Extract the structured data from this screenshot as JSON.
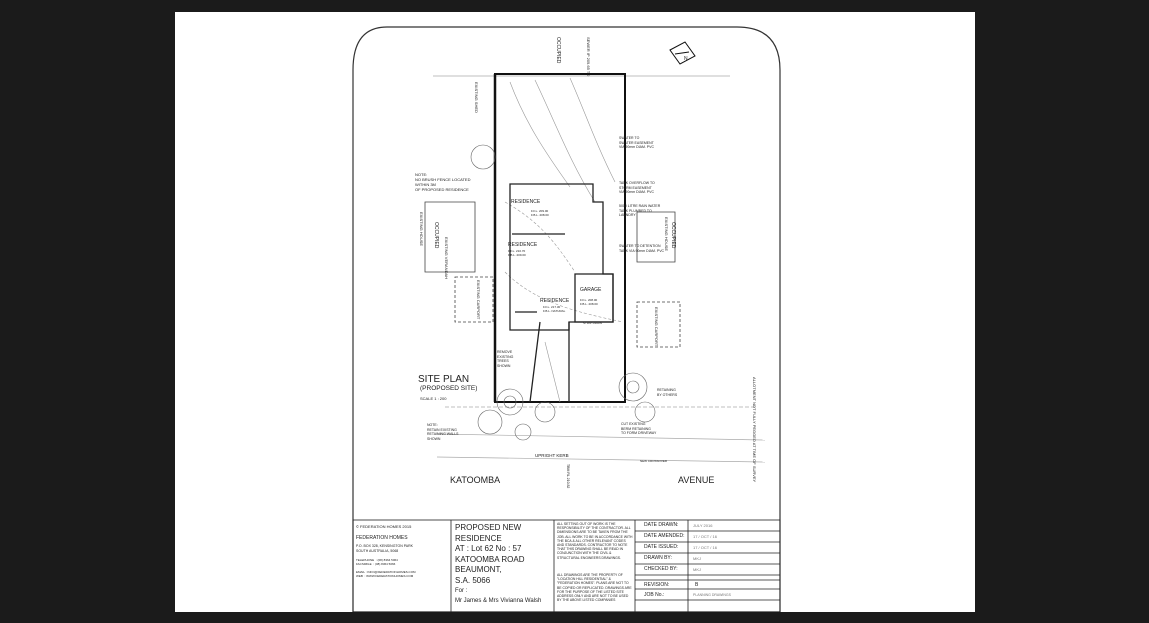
{
  "plan": {
    "title": "SITE PLAN",
    "subtitle": "(PROPOSED SITE)",
    "scale": "SCALE  1 : 200",
    "street_left": "KATOOMBA",
    "street_right": "AVENUE",
    "labels": {
      "occupied_top": "OCCUPIED",
      "sewer": "SEWER IP 209.65 TO",
      "existing_shed": "EXISTING SHED",
      "retaining_wall": "RETAINING WALL UNDER FENCE",
      "note_fence": "NOTE:\nNO BRUSH FENCE LOCATED\nWITHIN 3M\nOF PROPOSED RESIDENCE",
      "occupied_left": "OCCUPIED",
      "existing_house_left": "EXISTING HOUSE",
      "existing_verandah": "EXISTING VERANDAH",
      "existing_carport_left": "EXISTING CARPORT",
      "occupied_right": "OCCUPIED",
      "existing_house_right": "EXISTING HOUSE",
      "existing_carport_right": "EXISTING CARPORT",
      "swater": "SWATER TO\nSWATER EASEMENT\nVIA 90mm DIAM. PVC",
      "tank_overflow": "TANK OVERFLOW TO\nSTORM EASEMENT\nVIA 90mm DIAM. PVC",
      "tank_5000": "5000 LITRE RAIN WATER\nTANK PLUMBED TO\nLAUNDRY",
      "swater_detention": "SWATER TO DETENTION\nTANK VIA 90mm DIAM. PVC",
      "residence_1": "RESIDENCE",
      "residence_1_fl": "F.F.L. 209.00\nF.B.L. 208.00",
      "residence_2": "RESIDENCE",
      "residence_2_fl": "F.F.L. 210.70\nF.B.L. 209.00",
      "residence_3": "RESIDENCE",
      "residence_3_fl": "F.F.L. 217.30\nF.B.L. NATURAL",
      "garage": "GARAGE",
      "garage_fl": "F.F.L. 208.00\nF.B.L. 208.00",
      "strip_drain": "STRIP DRAIN",
      "remove_trees": "REMOVE\nEXISTING\nTREES\nSHOWN",
      "retaining_others": "RETAINING\nBY OTHERS",
      "note_retain": "NOTE:\nRETAIN EXISTING\nRETAINING WALLS\nSHOWN",
      "kerb": "UPRIGHT KERB",
      "cut_existing": "CUT EXISTING\nBERM RETAINING\nTO FORM DRIVEWAY",
      "new_crossover": "NEW CROSSOVER",
      "tbm": "TBM RL 210.82\nBOUNDARY NAIL IN\nKERB 1.4 M",
      "allotment": "ALLOTMENT NOT FULLY PEGGED AT TIME OF SURVEY",
      "north": "N"
    }
  },
  "title_block": {
    "copyright": "© FEDERATION HOMES 2015",
    "company": "FEDERATION HOMES",
    "address": "P.O. BOX 328, KENSINGTON PARK\nSOUTH AUSTRALIA, 5068",
    "phone": "TELEPHONE  : (08) 8364 5064\nFACSIMILE  : (08) 8364 5066",
    "email": "EMAIL : INFO@FEDERATIONHOMES.COM\nWEB  : WWW.FEDERATIONHOMES.COM",
    "project_lines": [
      "PROPOSED NEW",
      "RESIDENCE",
      "AT : Lot 62 No : 57",
      "KATOOMBA ROAD",
      "BEAUMONT,",
      "S.A. 5066"
    ],
    "for_label": "For :",
    "client": "Mr James & Mrs Vivianna Walsh",
    "notes_1": "ALL SETTING OUT OF WORK IS THE RESPONSIBILITY OF THE CONTRACTOR. ALL DIMENSIONS ARE TO BE TAKEN FROM THE JOB. ALL WORK TO BE IN ACCORDANCE WITH THE BCA & ALL OTHER RELEVANT CODES AND STANDARDS. CONTRACTOR TO NOTE THAT THIS DRAWING SHALL BE READ IN CONJUNCTION WITH THE CIVIL & STRUCTURAL ENGINEERS DRAWINGS.",
    "notes_2": "ALL DRAWINGS ARE THE PROPERTY OF \"LOCATION HILL RESIDENTIAL\" & \"FEDERATION HOMES\". PLANS ARE NOT TO BE COPIED OR REPLICATED. DRAWINGS ARE FOR THE PURPOSE OF THE LISTED SITE ADDRESS ONLY AND ARE NOT TO BE USED BY THE ABOVE LISTED COMPANIES",
    "rows": [
      {
        "label": "DATE DRAWN:",
        "value": "JULY 2016"
      },
      {
        "label": "DATE AMENDED:",
        "value": "17 / OCT / 16"
      },
      {
        "label": "DATE ISSUED:",
        "value": "17 / OCT / 16"
      },
      {
        "label": "DRAWN BY:",
        "value": "MKJ"
      },
      {
        "label": "CHECKED BY:",
        "value": "MKJ"
      }
    ],
    "revision_label": "REVISION:",
    "revision_value": "B",
    "job_label": "JOB No.:",
    "job_value": "PLANNING DRAWINGS"
  }
}
